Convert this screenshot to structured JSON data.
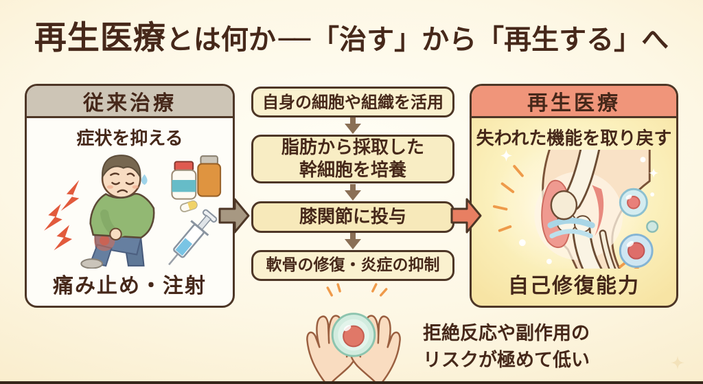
{
  "title": {
    "part1": "再生医療",
    "part2": "とは何か",
    "dash": "──",
    "part3": "「治す」から「再生する」",
    "part4": "へ"
  },
  "left_panel": {
    "header": "従来治療",
    "subtitle": "症状を抑える",
    "caption": "痛み止め・注射"
  },
  "flow": {
    "steps": [
      {
        "lines": [
          "自身の細胞や組織を活用"
        ]
      },
      {
        "lines": [
          "脂肪から採取した",
          "幹細胞を培養"
        ]
      },
      {
        "lines": [
          "膝関節に投与"
        ]
      },
      {
        "lines": [
          "軟骨の修復・炎症の抑制"
        ]
      }
    ]
  },
  "right_panel": {
    "header": "再生医療",
    "subtitle": "失われた機能を取り戻す",
    "caption": "自己修復能力"
  },
  "footer": {
    "note_line1": "拒絶反応や副作用の",
    "note_line2": "リスクが極めて低い"
  },
  "icons": {
    "down_arrow": "block-arrow-down",
    "gray_side_arrow": "block-arrow-right",
    "orange_side_arrow": "block-arrow-right",
    "left_illustration": "person-with-knee-pain-medicine-syringe",
    "right_illustration": "knee-joint-with-cells",
    "bottom_illustration": "hands-holding-cell"
  },
  "colors": {
    "text_brown": "#46281a",
    "border_brown": "#4d3626",
    "highlight_pink": "#f0a18b",
    "highlight_yellow": "#f5c76e",
    "left_header_bg": "#cdc5b6",
    "right_header_bg": "#f0957a",
    "flow_box_bg": "#faf1cf",
    "flow_box_bg_alt": "#f7e9ba",
    "arrow_gray": "#a79882",
    "arrow_orange": "#e87f62",
    "arrow_down_brown": "#8a6f55",
    "panel_body_white": "#fefdf8"
  }
}
